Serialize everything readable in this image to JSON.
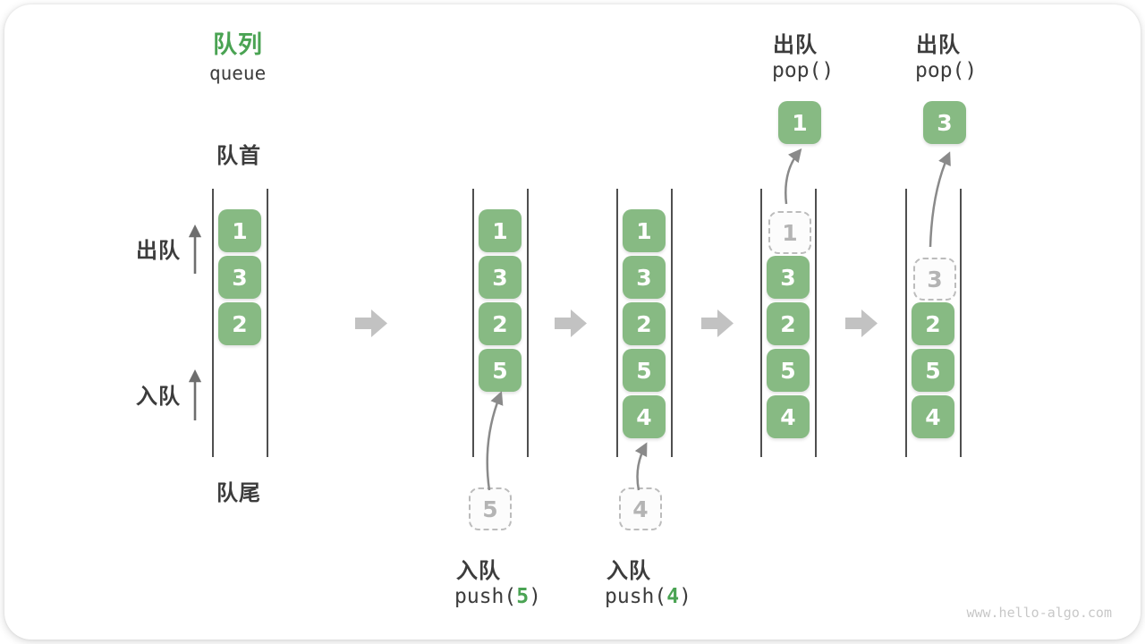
{
  "title": {
    "zh": "队列",
    "en": "queue"
  },
  "labels": {
    "front": "队首",
    "rear": "队尾",
    "dequeue": "出队",
    "enqueue": "入队"
  },
  "operations": {
    "push5": {
      "label": "入队",
      "fn": "push(",
      "arg": "5",
      "close": ")"
    },
    "push4": {
      "label": "入队",
      "fn": "push(",
      "arg": "4",
      "close": ")"
    },
    "pop1": {
      "label": "出队",
      "code": "pop()",
      "value": "1"
    },
    "pop2": {
      "label": "出队",
      "code": "pop()",
      "value": "3"
    }
  },
  "queues": {
    "state1": {
      "cells": [
        "1",
        "3",
        "2"
      ]
    },
    "state2": {
      "cells": [
        "1",
        "3",
        "2",
        "5"
      ],
      "incoming": "5"
    },
    "state3": {
      "cells": [
        "1",
        "3",
        "2",
        "5",
        "4"
      ],
      "incoming": "4"
    },
    "state4": {
      "ghost": "1",
      "cells": [
        "3",
        "2",
        "5",
        "4"
      ]
    },
    "state5": {
      "ghost": "3",
      "cells": [
        "2",
        "5",
        "4"
      ]
    }
  },
  "watermark": "www.hello-algo.com",
  "colors": {
    "green": "#87ba83",
    "title-green": "#4aa353",
    "text-dark": "#3c3c3c",
    "line": "#4f4f4f",
    "block-arrow": "#c2c2c2",
    "thin-arrow": "#8a8a8a",
    "side-arrow": "#6e6e6e",
    "ghost-border": "#bcbcbc",
    "ghost-fill": "#fcfcfc",
    "ghost-text": "#b4b4b4",
    "watermark": "#c8c8c8"
  }
}
